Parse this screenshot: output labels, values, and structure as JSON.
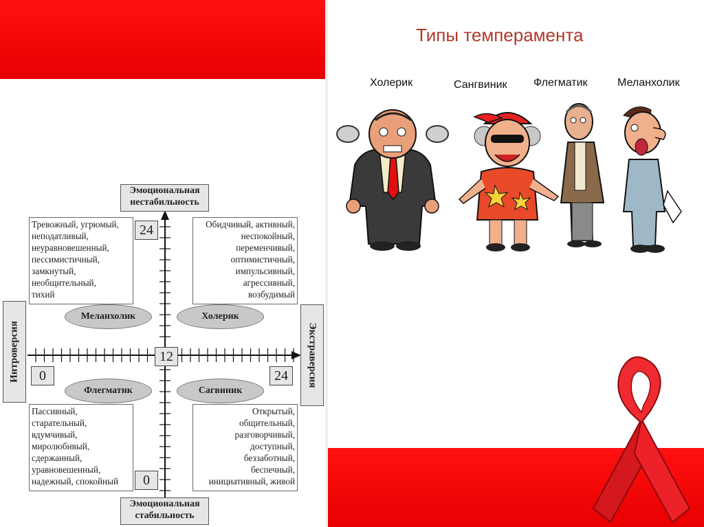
{
  "slide": {
    "title": "Типы темперамента",
    "characters": [
      {
        "name": "Холерик",
        "icon": "choleric-cartoon-icon"
      },
      {
        "name": "Сангвиник",
        "icon": "sanguine-cartoon-icon"
      },
      {
        "name": "Флегматик",
        "icon": "phlegmatic-cartoon-icon"
      },
      {
        "name": "Меланхолик",
        "icon": "melancholic-cartoon-icon"
      }
    ],
    "decorations": {
      "ribbon_icon": "red-ribbon-icon",
      "accent_color": "#ff0000"
    }
  },
  "diagram": {
    "axis_top": [
      "Эмоциональная",
      "нестабильность"
    ],
    "axis_bottom": [
      "Эмоциональная",
      "стабильность"
    ],
    "axis_left": "Интроверсия",
    "axis_right": "Экстраверсия",
    "num_top": "24",
    "num_center": "12",
    "num_left": "0",
    "num_right": "24",
    "num_bottom": "0",
    "quadrants": {
      "top_left": {
        "label": "Меланхолик",
        "traits": [
          "Тревожный, угрюмый,",
          "неподатливый,",
          "неуравновешенный,",
          "пессимистичный,",
          "замкнутый,",
          "необщительный,",
          "тихий"
        ]
      },
      "top_right": {
        "label": "Холерик",
        "traits": [
          "Обидчивый, активный,",
          "неспокойный,",
          "переменчивый,",
          "оптимистичный,",
          "импульсивный,",
          "агрессивный,",
          "возбудимый"
        ]
      },
      "bottom_left": {
        "label": "Флегматик",
        "traits": [
          "Пассивный,",
          "старательный,",
          "вдумчивый,",
          "миролюбивый,",
          "сдержанный,",
          "уравновешенный,",
          "надежный, спокойный"
        ]
      },
      "bottom_right": {
        "label": "Сагвиник",
        "traits": [
          "Открытый,",
          "общительный,",
          "разговорчивый,",
          "доступный,",
          "беззаботный,",
          "беспечный,",
          "инициативный, живой"
        ]
      }
    }
  }
}
